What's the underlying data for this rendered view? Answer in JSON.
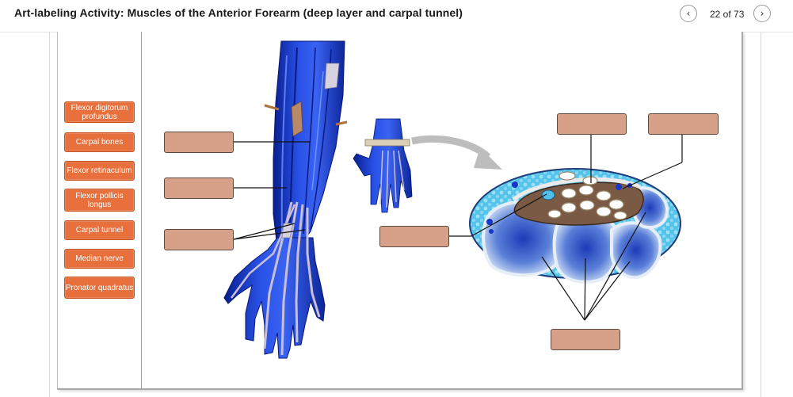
{
  "header": {
    "title": "Art-labeling Activity: Muscles of the Anterior Forearm (deep layer and carpal tunnel)",
    "prev_icon": "‹",
    "next_icon": "›",
    "page_count": "22 of 73"
  },
  "label_bank": [
    "Flexor digitorum profundus",
    "Carpal bones",
    "Flexor retinaculum",
    "Flexor pollicis longus",
    "Carpal tunnel",
    "Median nerve",
    "Pronator quadratus"
  ],
  "colors": {
    "chip_fill": "#e8703c",
    "drop_target_fill": "#d7a089",
    "muscle_blue": "#1f3fd6",
    "tunnel_cyan": "#4fc0e8"
  }
}
